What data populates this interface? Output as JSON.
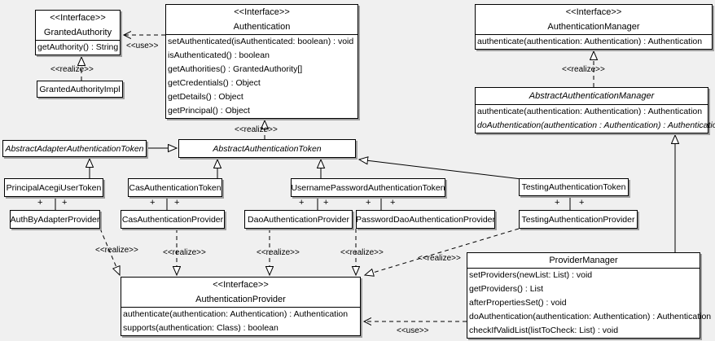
{
  "stereotypes": {
    "interface": "<<Interface>>",
    "use": "<<use>>",
    "realize": "<<realize>>",
    "plus": "+"
  },
  "colors": {
    "background": "#f0f0f0",
    "box_fill": "#ffffff",
    "line": "#000000",
    "shadow": "#9f9f9f"
  },
  "classes": {
    "granted_authority": {
      "name": "GrantedAuthority",
      "kind": "interface",
      "methods": [
        "getAuthority() : String"
      ]
    },
    "granted_authority_impl": {
      "name": "GrantedAuthorityImpl",
      "kind": "class",
      "methods": []
    },
    "authentication": {
      "name": "Authentication",
      "kind": "interface",
      "methods": [
        "setAuthenticated(isAuthenticated: boolean) : void",
        "isAuthenticated() : boolean",
        "getAuthorities() : GrantedAuthority[]",
        "getCredentials() : Object",
        "getDetails() : Object",
        "getPrincipal() : Object"
      ]
    },
    "authentication_manager": {
      "name": "AuthenticationManager",
      "kind": "interface",
      "methods": [
        "authenticate(authentication: Authentication) : Authentication"
      ]
    },
    "abstract_authentication_manager": {
      "name": "AbstractAuthenticationManager",
      "kind": "abstract class",
      "methods": [
        "authenticate(authentication: Authentication) : Authentication",
        "doAuthentication(authentication : Authentication) : Authentication"
      ]
    },
    "abstract_adapter_authentication_token": {
      "name": "AbstractAdapterAuthenticationToken",
      "kind": "abstract class",
      "methods": []
    },
    "abstract_authentication_token": {
      "name": "AbstractAuthenticationToken",
      "kind": "abstract class",
      "methods": []
    },
    "principal_acegi_user_token": {
      "name": "PrincipalAcegiUserToken",
      "kind": "class",
      "methods": []
    },
    "cas_authentication_token": {
      "name": "CasAuthenticationToken",
      "kind": "class",
      "methods": []
    },
    "username_password_authentication_token": {
      "name": "UsernamePasswordAuthenticationToken",
      "kind": "class",
      "methods": []
    },
    "testing_authentication_token": {
      "name": "TestingAuthenticationToken",
      "kind": "class",
      "methods": []
    },
    "auth_by_adapter_provider": {
      "name": "AuthByAdapterProvider",
      "kind": "class",
      "methods": []
    },
    "cas_authentication_provider": {
      "name": "CasAuthenticationProvider",
      "kind": "class",
      "methods": []
    },
    "dao_authentication_provider": {
      "name": "DaoAuthenticationProvider",
      "kind": "class",
      "methods": []
    },
    "password_dao_authentication_provider": {
      "name": "PasswordDaoAuthenticationProvider",
      "kind": "class",
      "methods": []
    },
    "testing_authentication_provider": {
      "name": "TestingAuthenticationProvider",
      "kind": "class",
      "methods": []
    },
    "authentication_provider": {
      "name": "AuthenticationProvider",
      "kind": "interface",
      "methods": [
        "authenticate(authentication: Authentication) : Authentication",
        "supports(authentication: Class) : boolean"
      ]
    },
    "provider_manager": {
      "name": "ProviderManager",
      "kind": "class",
      "methods": [
        "setProviders(newList: List) : void",
        "getProviders() : List",
        "afterPropertiesSet() : void",
        "doAuthentication(authentication: Authentication) : Authentication",
        "checkIfValidList(listToCheck: List) : void"
      ]
    }
  },
  "relationships": [
    {
      "from": "Authentication",
      "to": "GrantedAuthority",
      "type": "use",
      "label": "<<use>>"
    },
    {
      "from": "GrantedAuthorityImpl",
      "to": "GrantedAuthority",
      "type": "realize",
      "label": "<<realize>>"
    },
    {
      "from": "AbstractAuthenticationManager",
      "to": "AuthenticationManager",
      "type": "realize",
      "label": "<<realize>>"
    },
    {
      "from": "AbstractAuthenticationToken",
      "to": "Authentication",
      "type": "realize",
      "label": "<<realize>>"
    },
    {
      "from": "AbstractAdapterAuthenticationToken",
      "to": "AbstractAuthenticationToken",
      "type": "generalization"
    },
    {
      "from": "PrincipalAcegiUserToken",
      "to": "AbstractAdapterAuthenticationToken",
      "type": "generalization"
    },
    {
      "from": "CasAuthenticationToken",
      "to": "AbstractAuthenticationToken",
      "type": "generalization"
    },
    {
      "from": "UsernamePasswordAuthenticationToken",
      "to": "AbstractAuthenticationToken",
      "type": "generalization"
    },
    {
      "from": "TestingAuthenticationToken",
      "to": "AbstractAuthenticationToken",
      "type": "generalization"
    },
    {
      "from": "PrincipalAcegiUserToken",
      "to": "AuthByAdapterProvider",
      "type": "association",
      "end_labels": [
        "+",
        "+"
      ]
    },
    {
      "from": "CasAuthenticationToken",
      "to": "CasAuthenticationProvider",
      "type": "association",
      "end_labels": [
        "+",
        "+"
      ]
    },
    {
      "from": "UsernamePasswordAuthenticationToken",
      "to": "DaoAuthenticationProvider",
      "type": "association",
      "end_labels": [
        "+",
        "+"
      ]
    },
    {
      "from": "UsernamePasswordAuthenticationToken",
      "to": "PasswordDaoAuthenticationProvider",
      "type": "association",
      "end_labels": [
        "+",
        "+"
      ]
    },
    {
      "from": "TestingAuthenticationToken",
      "to": "TestingAuthenticationProvider",
      "type": "association",
      "end_labels": [
        "+",
        "+"
      ]
    },
    {
      "from": "AuthByAdapterProvider",
      "to": "AuthenticationProvider",
      "type": "realize",
      "label": "<<realize>>"
    },
    {
      "from": "CasAuthenticationProvider",
      "to": "AuthenticationProvider",
      "type": "realize",
      "label": "<<realize>>"
    },
    {
      "from": "DaoAuthenticationProvider",
      "to": "AuthenticationProvider",
      "type": "realize",
      "label": "<<realize>>"
    },
    {
      "from": "PasswordDaoAuthenticationProvider",
      "to": "AuthenticationProvider",
      "type": "realize",
      "label": "<<realize>>"
    },
    {
      "from": "TestingAuthenticationProvider",
      "to": "AuthenticationProvider",
      "type": "realize",
      "label": "<<realize>>"
    },
    {
      "from": "ProviderManager",
      "to": "AbstractAuthenticationManager",
      "type": "generalization"
    },
    {
      "from": "ProviderManager",
      "to": "AuthenticationProvider",
      "type": "use",
      "label": "<<use>>"
    }
  ]
}
